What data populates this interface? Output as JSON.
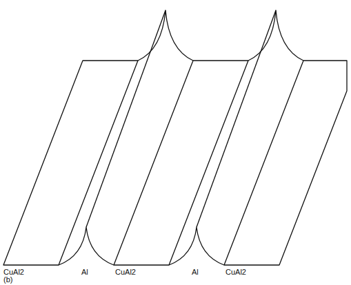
{
  "diagram": {
    "labels": [
      "CuAl2",
      "Al",
      "CuAl2",
      "Al",
      "CuAl2",
      "(b)"
    ]
  }
}
